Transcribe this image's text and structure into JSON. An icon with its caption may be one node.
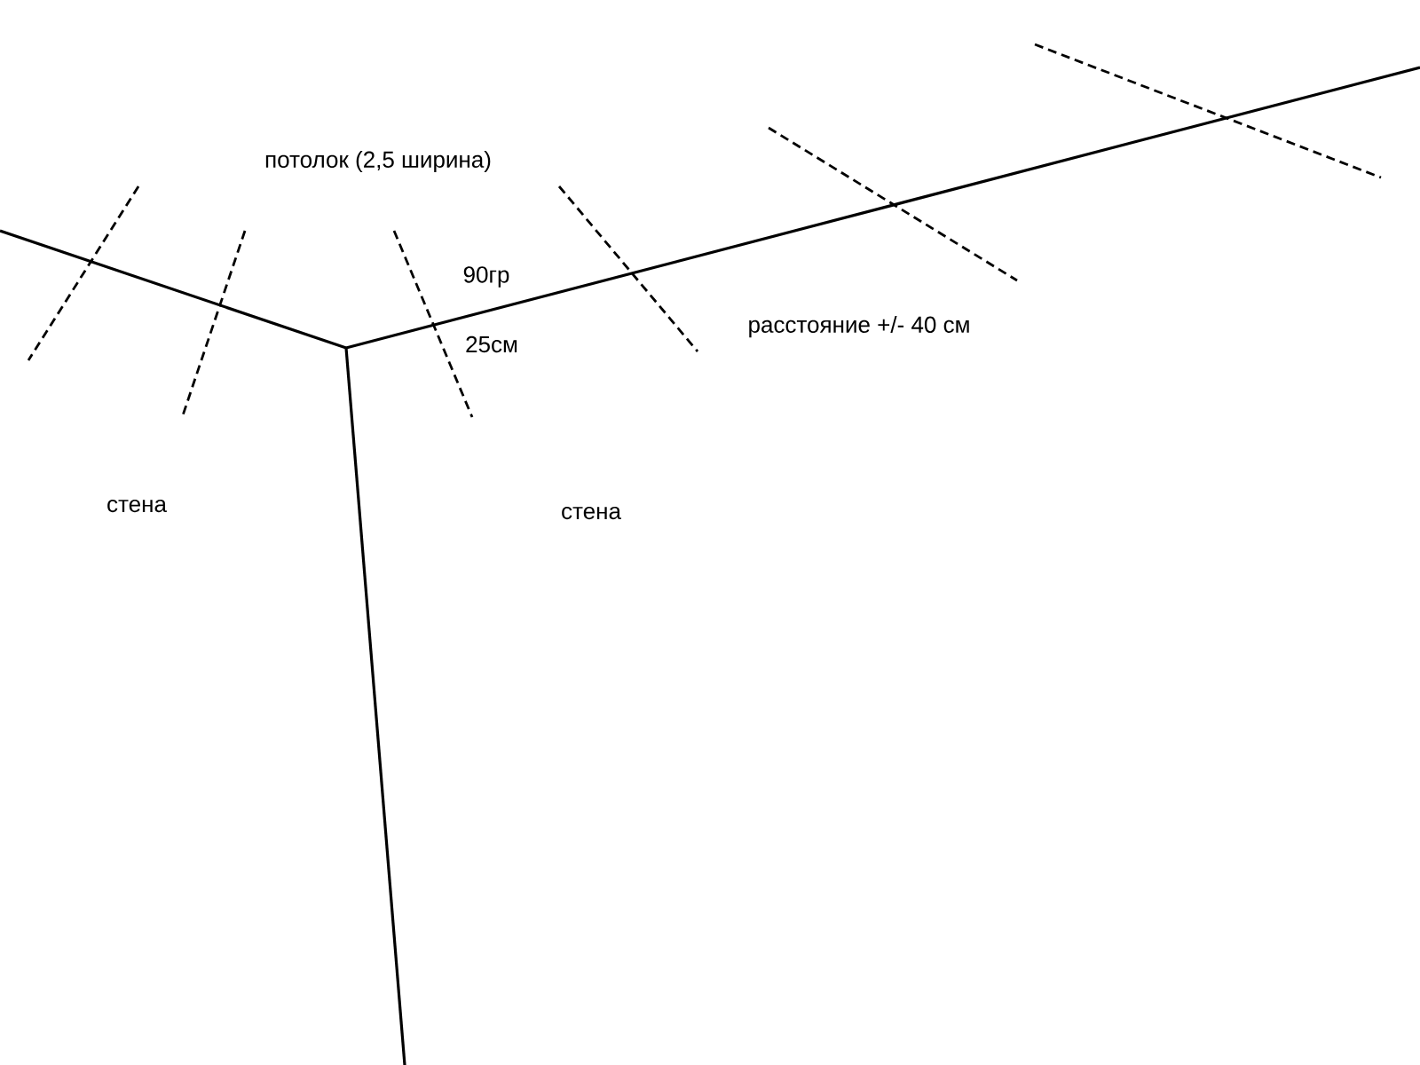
{
  "diagram": {
    "labels": [
      "потолок (2,5 ширина)",
      "90гр",
      "25см",
      "расстояние +/- 40 см",
      "стена",
      "стена"
    ]
  }
}
